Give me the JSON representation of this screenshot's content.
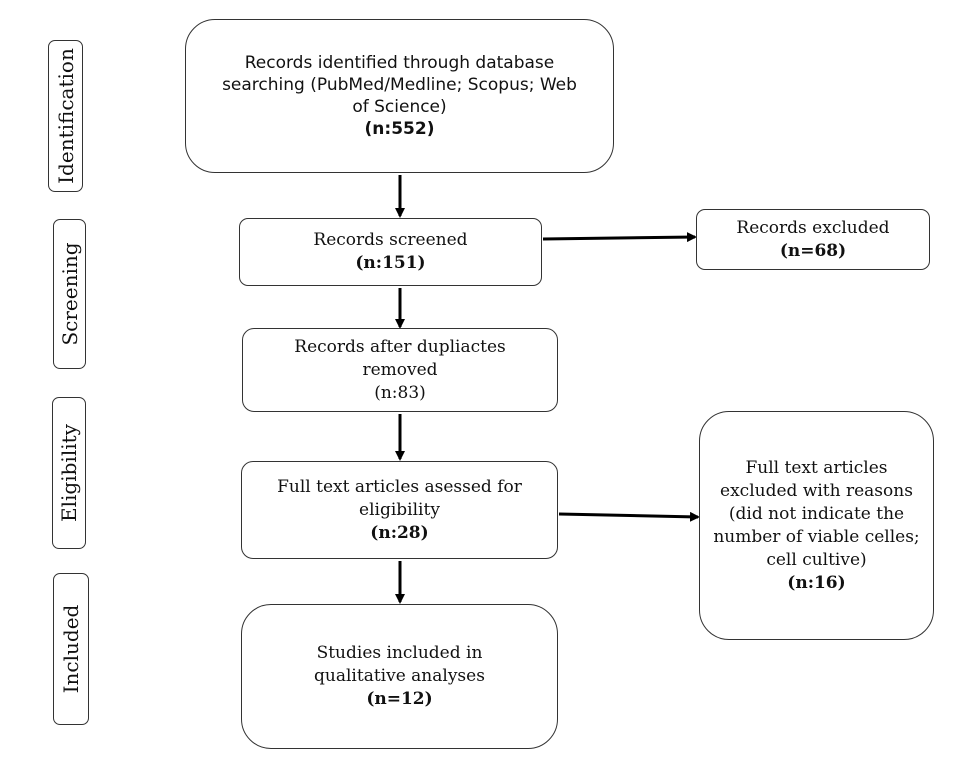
{
  "phases": {
    "identification": "Identification",
    "screening": "Screening",
    "eligibility": "Eligibility",
    "included": "Included"
  },
  "boxes": {
    "identified": {
      "text": "Records identified through database searching (PubMed/Medline; Scopus; Web of Science)",
      "count": "(n:552)"
    },
    "screened": {
      "text": "Records screened",
      "count": "(n:151)"
    },
    "excluded": {
      "text": "Records excluded",
      "count": "(n=68)"
    },
    "duplicates_removed": {
      "text": "Records after dupliactes removed",
      "count": "(n:83)"
    },
    "full_text_assessed": {
      "text": "Full text articles asessed for eligibility",
      "count": "(n:28)"
    },
    "full_text_excluded": {
      "text": "Full text articles excluded with reasons (did not indicate the number of viable celles; cell cultive)",
      "count": "(n:16)"
    },
    "included_studies": {
      "text": "Studies included in qualitative analyses",
      "count": "(n=12)"
    }
  }
}
